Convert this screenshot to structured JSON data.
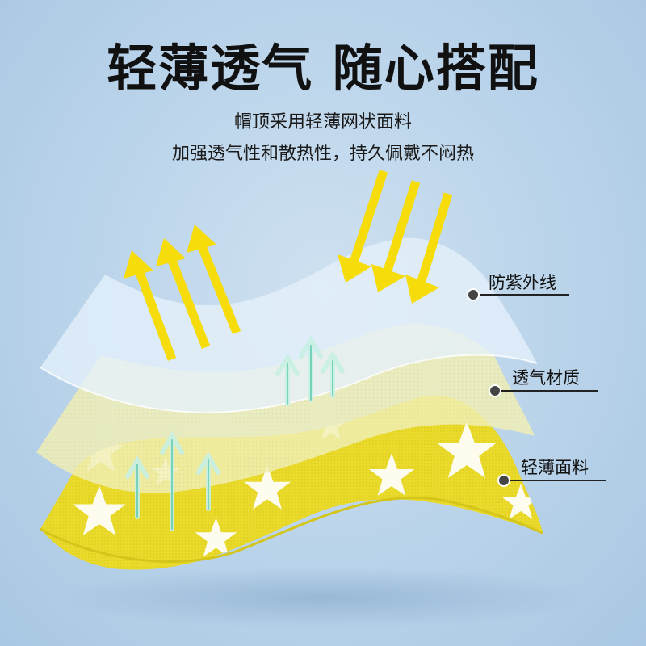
{
  "header": {
    "title": "轻薄透气 随心搭配",
    "subtitle_line1": "帽顶采用轻薄网状面料",
    "subtitle_line2": "加强透气性和散热性，持久佩戴不闷热"
  },
  "layers": [
    {
      "name": "uv-layer",
      "label": "防紫外线"
    },
    {
      "name": "breathable-layer",
      "label": "透气材质"
    },
    {
      "name": "fabric-layer",
      "label": "轻薄面料"
    }
  ],
  "colors": {
    "background": "#bcd5eb",
    "arrow_yellow": "#f5dc0a",
    "fabric_yellow": "#e9da2c",
    "airflow_arrow": "#7fd9c4"
  }
}
